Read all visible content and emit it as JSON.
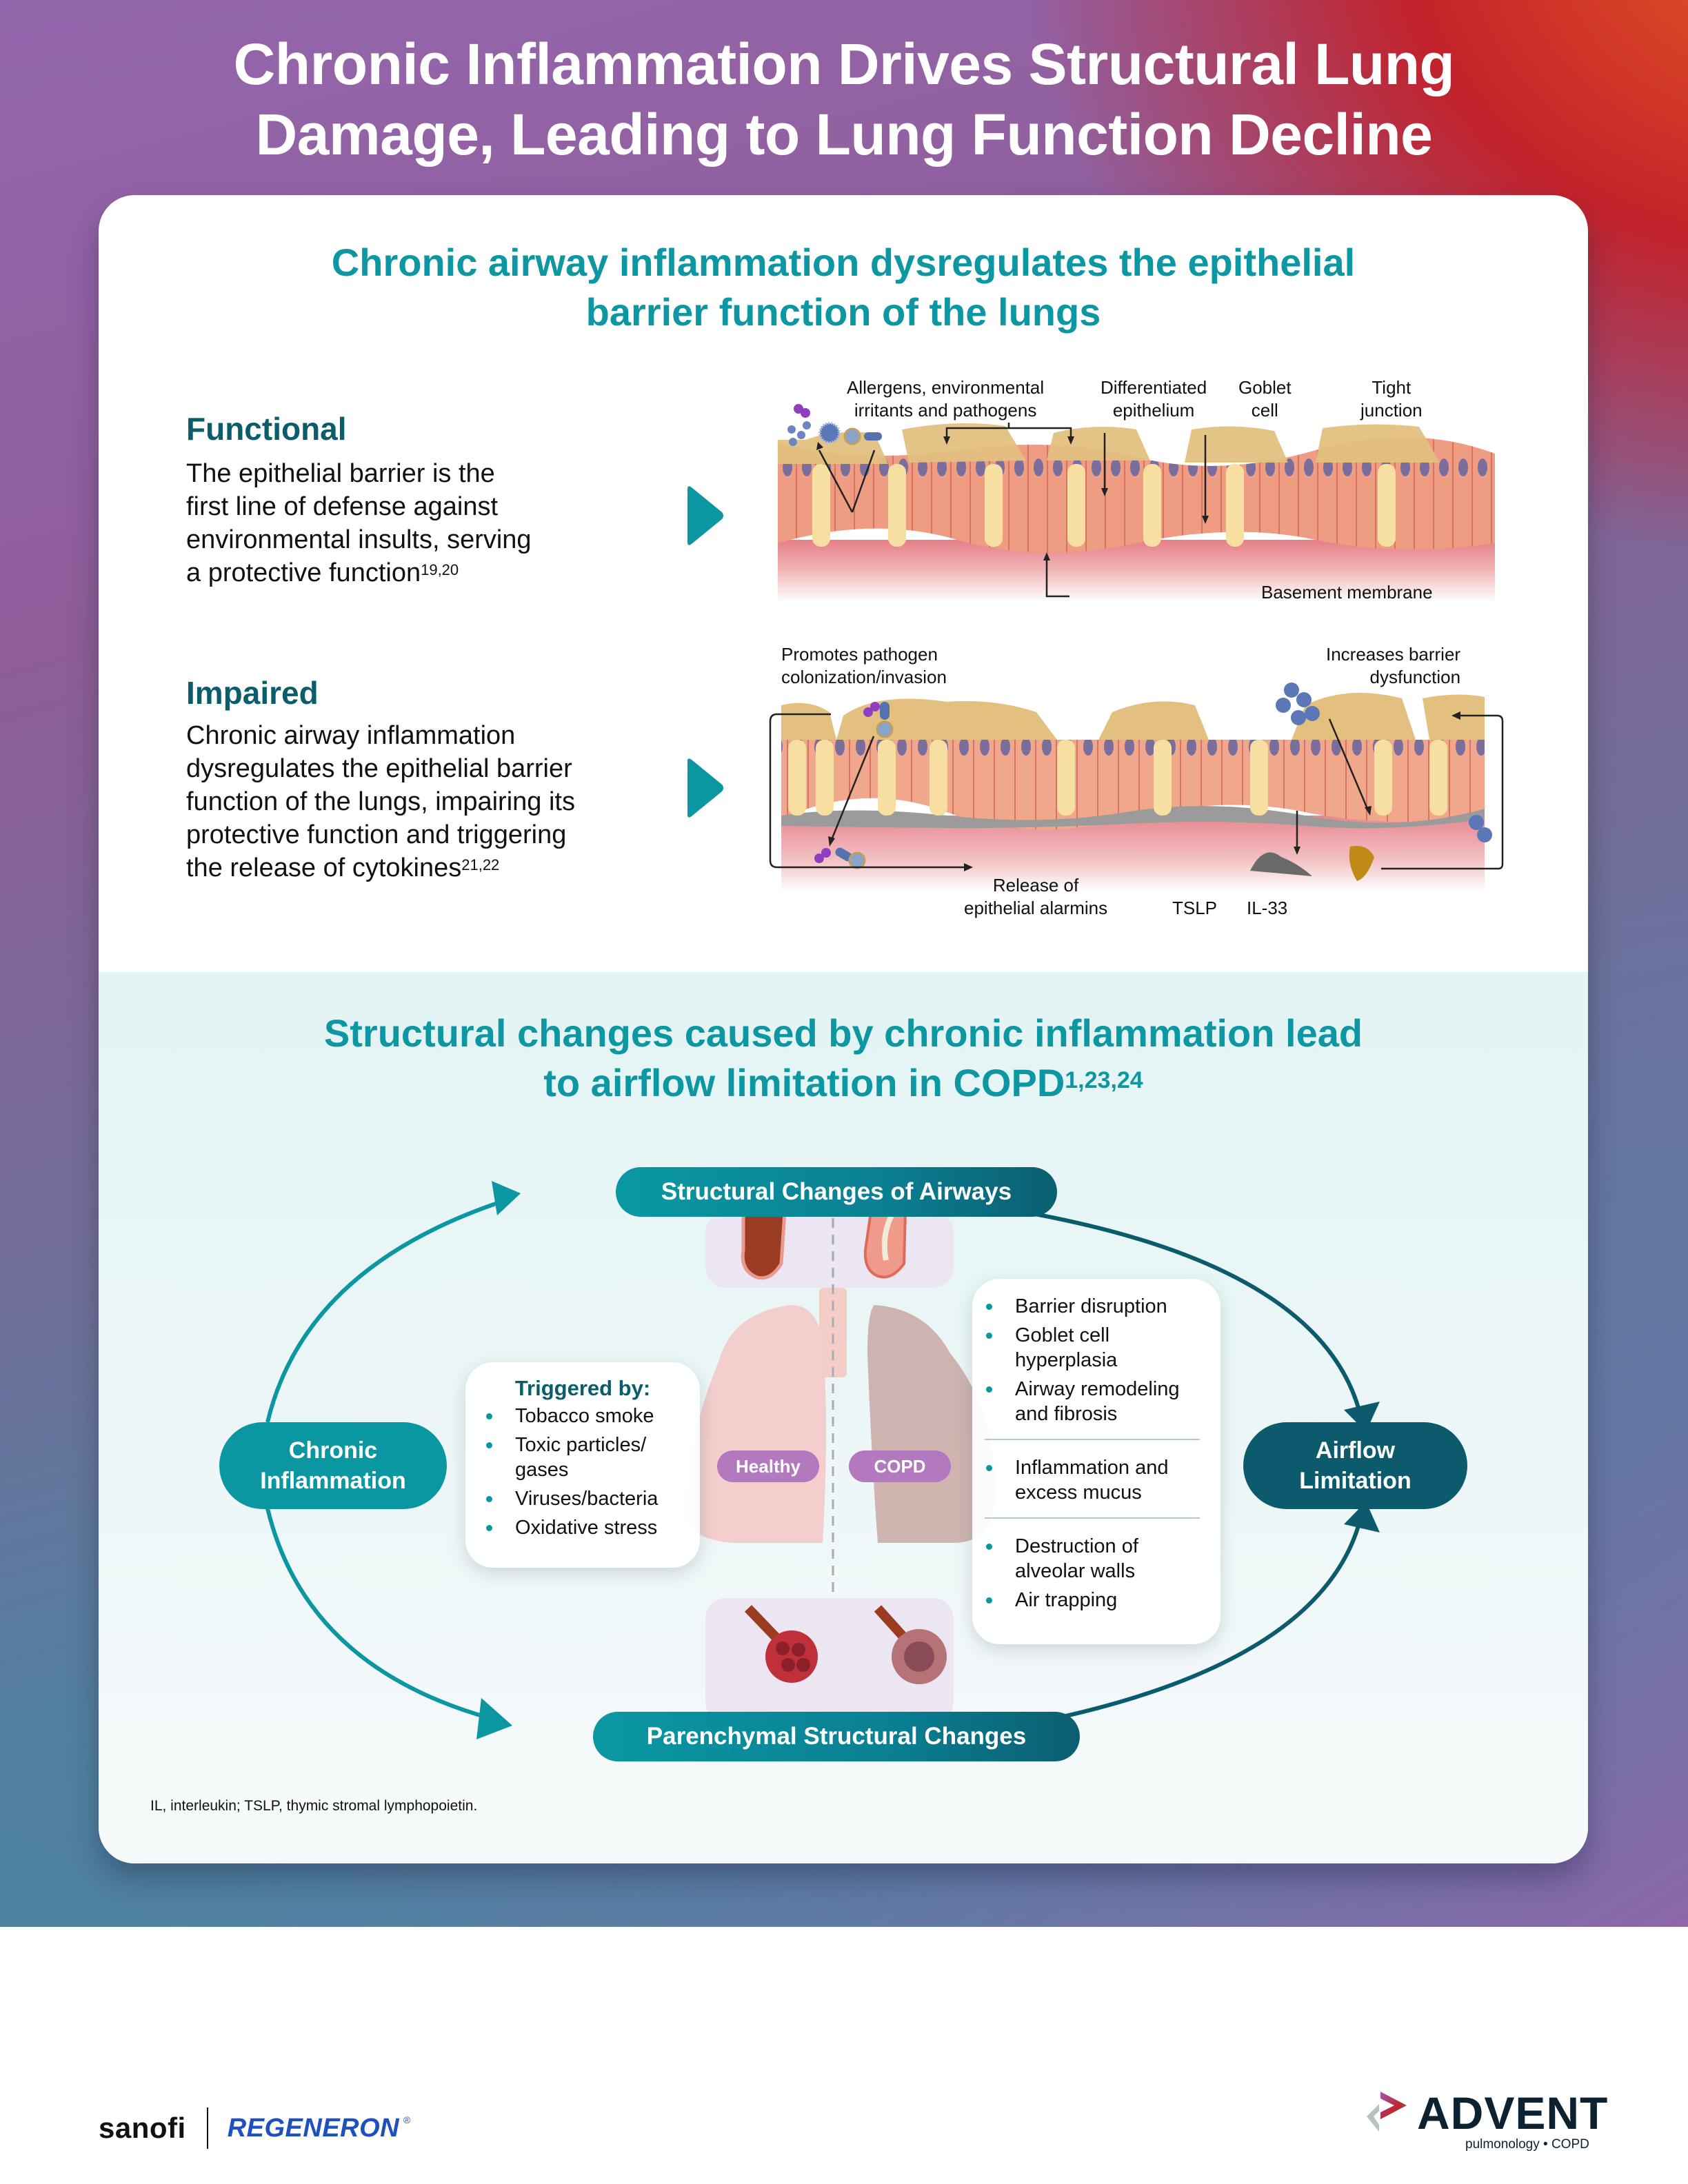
{
  "page": {
    "title_line1": "Chronic Inflammation Drives Structural Lung",
    "title_line2": "Damage, Leading to Lung Function Decline"
  },
  "section1": {
    "heading_line1": "Chronic airway inflammation dysregulates the epithelial",
    "heading_line2": "barrier function of the lungs",
    "functional": {
      "heading": "Functional",
      "lines": [
        "The epithelial barrier is the",
        "first line of defense against",
        "environmental insults, serving",
        "a protective function"
      ],
      "refs": "19,20"
    },
    "impaired": {
      "heading": "Impaired",
      "lines": [
        "Chronic airway inflammation",
        "dysregulates the epithelial barrier",
        "function of the lungs, impairing its",
        "protective function and triggering",
        "the release of cytokines"
      ],
      "refs": "21,22"
    },
    "functional_diagram": {
      "label_allergens_1": "Allergens, environmental",
      "label_allergens_2": "irritants and pathogens",
      "label_diff_1": "Differentiated",
      "label_diff_2": "epithelium",
      "label_goblet_1": "Goblet",
      "label_goblet_2": "cell",
      "label_tight_1": "Tight",
      "label_tight_2": "junction",
      "label_basement": "Basement membrane"
    },
    "impaired_diagram": {
      "label_promotes_1": "Promotes pathogen",
      "label_promotes_2": "colonization/invasion",
      "label_increases_1": "Increases barrier",
      "label_increases_2": "dysfunction",
      "label_release_1": "Release of",
      "label_release_2": "epithelial alarmins",
      "label_tslp": "TSLP",
      "label_il33": "IL-33"
    }
  },
  "section2": {
    "heading_line1": "Structural changes caused by chronic inflammation lead",
    "heading_line2": "to airflow limitation in COPD",
    "heading_refs": "1,23,24",
    "node_top": "Structural Changes of Airways",
    "node_bottom": "Parenchymal Structural Changes",
    "node_left_1": "Chronic",
    "node_left_2": "Inflammation",
    "node_right_1": "Airflow",
    "node_right_2": "Limitation",
    "tag_healthy": "Healthy",
    "tag_copd": "COPD",
    "triggers": {
      "title": "Triggered by:",
      "items": [
        {
          "l1": "Tobacco smoke",
          "l2": ""
        },
        {
          "l1": "Toxic particles/",
          "l2": "gases"
        },
        {
          "l1": "Viruses/bacteria",
          "l2": ""
        },
        {
          "l1": "Oxidative stress",
          "l2": ""
        }
      ]
    },
    "changes": {
      "group1": [
        {
          "l1": "Barrier disruption",
          "l2": ""
        },
        {
          "l1": "Goblet cell",
          "l2": "hyperplasia"
        },
        {
          "l1": "Airway remodeling",
          "l2": "and fibrosis"
        }
      ],
      "group2": [
        {
          "l1": "Inflammation and",
          "l2": "excess mucus"
        }
      ],
      "group3": [
        {
          "l1": "Destruction of",
          "l2": "alveolar walls"
        },
        {
          "l1": "Air trapping",
          "l2": ""
        }
      ]
    }
  },
  "footnote": "IL, interleukin; TSLP, thymic stromal lymphopoietin.",
  "logos": {
    "sanofi": "sanofi",
    "regeneron": "REGENERON",
    "registered": "®",
    "advent": "ADVENT",
    "advent_sub": "pulmonology • COPD"
  },
  "colors": {
    "teal": "#0b97a2",
    "dark_teal": "#0b5b6d",
    "heading_teal": "#0b5d6c",
    "purple_tag": "#b279bf"
  }
}
